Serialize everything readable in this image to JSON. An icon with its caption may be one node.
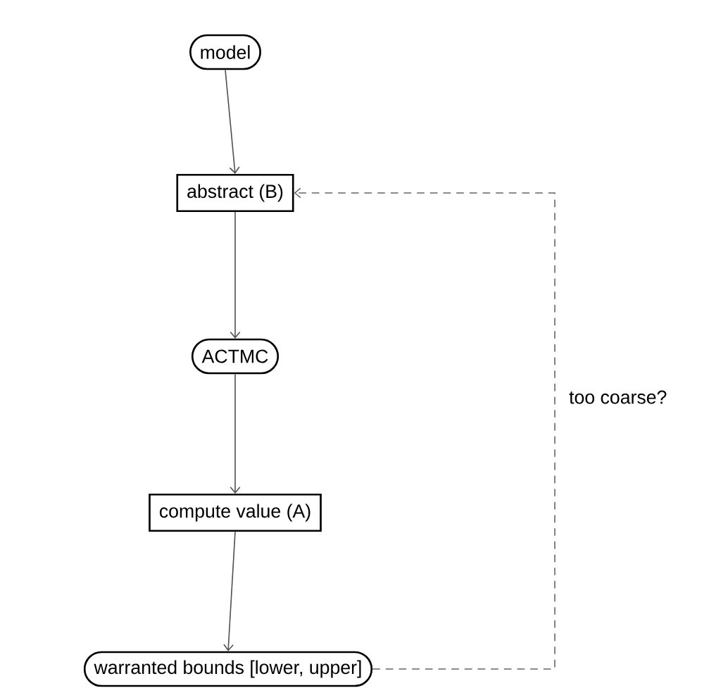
{
  "diagram": {
    "nodes": [
      {
        "text": [
          "model"
        ]
      },
      {
        "text": [
          "abstract (B)"
        ]
      },
      {
        "text": [
          "ACTMC"
        ]
      },
      {
        "text": [
          "compute value (A)"
        ]
      },
      {
        "text": [
          "warranted bounds [lower, upper]"
        ]
      }
    ],
    "edges": [
      {
        "from": 0,
        "to": 1,
        "arrow": "to"
      },
      {
        "from": 1,
        "to": 2,
        "arrow": "to"
      },
      {
        "from": 2,
        "to": 3,
        "arrow": "to"
      },
      {
        "from": 3,
        "to": 4,
        "arrow": "to"
      },
      {
        "from": 4,
        "to": 1,
        "arrow": "to",
        "style": "dashed",
        "color": "#666666",
        "label": "too coarse?"
      }
    ]
  }
}
